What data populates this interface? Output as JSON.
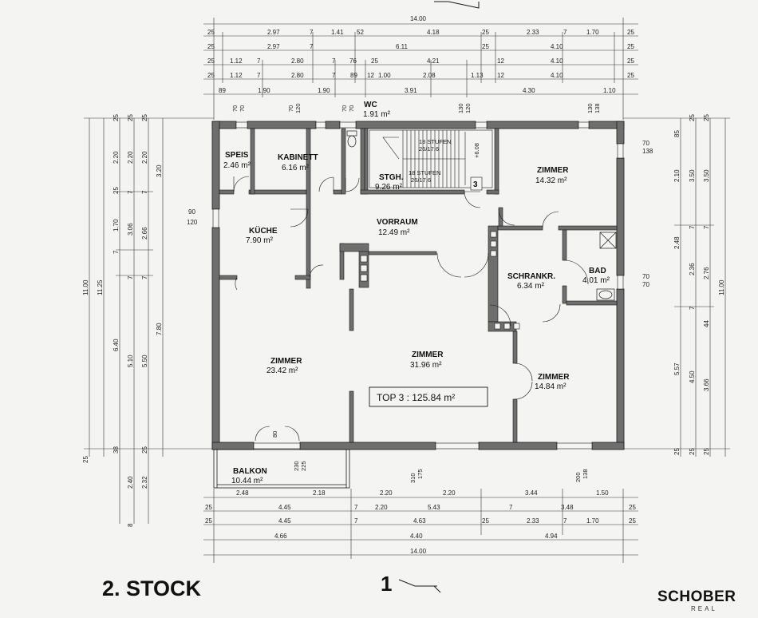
{
  "floor_title": "2. STOCK",
  "section_marker": "1",
  "unit_label": "TOP 3 :  125.84 m²",
  "rooms": [
    {
      "name": "SPEIS",
      "area": "2.46 m²"
    },
    {
      "name": "KABINETT",
      "area": "6.16 m²"
    },
    {
      "name": "WC",
      "area": "1.91 m²"
    },
    {
      "name": "STGH.",
      "area": "9.26 m²"
    },
    {
      "name": "ZIMMER",
      "area": "14.32 m²"
    },
    {
      "name": "KÜCHE",
      "area": "7.90 m²"
    },
    {
      "name": "VORRAUM",
      "area": "12.49 m²"
    },
    {
      "name": "SCHRANKR.",
      "area": "6.34 m²"
    },
    {
      "name": "BAD",
      "area": "4.01 m²"
    },
    {
      "name": "ZIMMER",
      "area": "23.42 m²"
    },
    {
      "name": "ZIMMER",
      "area": "31.96 m²"
    },
    {
      "name": "ZIMMER",
      "area": "14.84 m²"
    },
    {
      "name": "BALKON",
      "area": "10.44 m²"
    }
  ],
  "stairs": {
    "upper": "18 STUFEN",
    "upper_ratio": "26/17.6",
    "lower": "18 STUFEN",
    "lower_ratio": "26/17.6",
    "level": "+6.08",
    "number": "3"
  },
  "top_dims": {
    "total": "14.00",
    "row1": [
      "25",
      "2.97",
      "7",
      "1.41",
      "52",
      "4.18",
      "25",
      "2.33",
      "7",
      "1.70",
      "25"
    ],
    "row2": [
      "25",
      "2.97",
      "7",
      "6.11",
      "25",
      "4.10",
      "25"
    ],
    "row3": [
      "25",
      "1.12",
      "7",
      "2.80",
      "7",
      "76",
      "25",
      "4.21",
      "12",
      "4.10",
      "25"
    ],
    "row4": [
      "25",
      "1.12",
      "7",
      "2.80",
      "7",
      "89",
      "12",
      "1.00",
      "2.08",
      "1.13",
      "12",
      "4.10",
      "25"
    ],
    "row5": [
      "89",
      "1.90",
      "1.90",
      "3.91",
      "4.30",
      "1.10"
    ],
    "openings": [
      "70",
      "70",
      "70",
      "120",
      "70",
      "70",
      "130",
      "120",
      "130",
      "138"
    ]
  },
  "bottom_dims": {
    "total": "14.00",
    "row1": [
      "2.48",
      "2.18",
      "2.20",
      "2.20",
      "3.44",
      "1.50"
    ],
    "row2": [
      "25",
      "4.45",
      "7",
      "2.20",
      "5.43",
      "7",
      "3.48",
      "25"
    ],
    "row3": [
      "25",
      "4.45",
      "7",
      "4.63",
      "25",
      "2.33",
      "7",
      "1.70",
      "25"
    ],
    "row4": [
      "4.66",
      "4.40",
      "4.94"
    ],
    "openings": [
      "80",
      "225",
      "230",
      "310",
      "175",
      "200",
      "138"
    ]
  },
  "left_dims": {
    "outer": "11.00",
    "second": "11.25",
    "col1": [
      "25",
      "2.20",
      "25",
      "1.70",
      "7",
      "6.40",
      "38",
      "25"
    ],
    "col2": [
      "25",
      "2.20",
      "7",
      "3.06",
      "7",
      "5.10",
      "2.40",
      "8"
    ],
    "col3": [
      "25",
      "2.20",
      "7",
      "2.66",
      "7",
      "5.50",
      "25",
      "2.32"
    ],
    "col4": [
      "3.20",
      "7.80"
    ],
    "window": [
      "90",
      "120"
    ]
  },
  "right_dims": {
    "outer": "11.00",
    "col1": [
      "85",
      "2.10",
      "2.48",
      "5.57",
      "25"
    ],
    "col2": [
      "25",
      "3.50",
      "7",
      "2.36",
      "7",
      "4.50",
      "25"
    ],
    "col3": [
      "25",
      "3.50",
      "7",
      "2.76",
      "44",
      "3.66",
      "25"
    ],
    "windows": [
      "70",
      "138",
      "70",
      "70"
    ]
  },
  "logo": {
    "text": "SCHOBER",
    "sub": "REAL"
  },
  "colors": {
    "wall": "#6e6e6e",
    "ink": "#1a1a1a",
    "paper": "#f4f4f2"
  }
}
